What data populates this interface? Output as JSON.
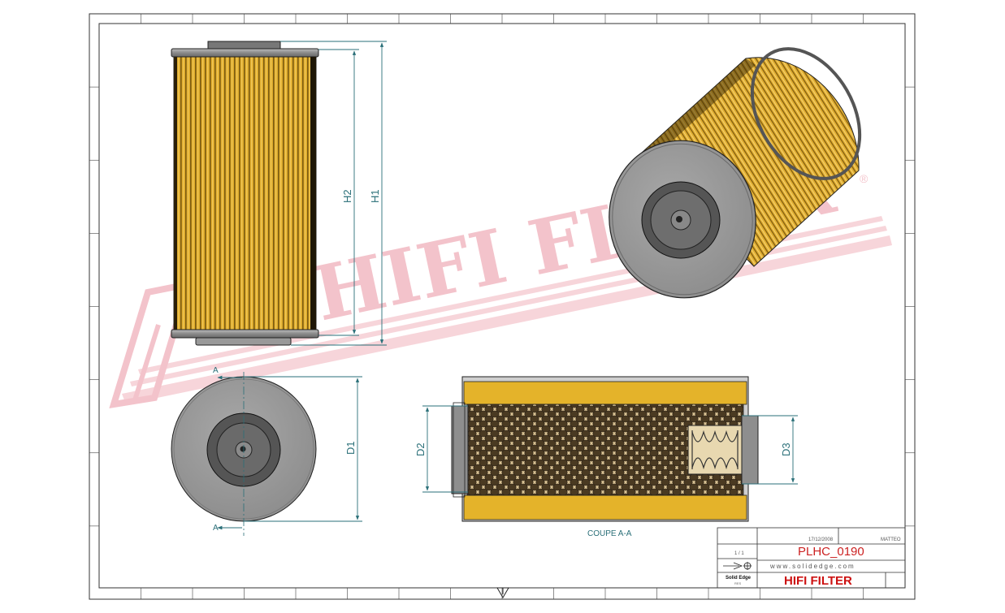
{
  "watermark": {
    "text": "HIFI FILTER",
    "registered": "®"
  },
  "dimensions": {
    "h2": "H2",
    "h1": "H1",
    "d1": "D1",
    "d2": "D2",
    "d3": "D3"
  },
  "section": {
    "marker": "A",
    "label": "COUPE A-A"
  },
  "title_block": {
    "date": "17/12/2008",
    "author": "MATTEO",
    "part_code": "PLHC_0190",
    "scale": "1 / 1",
    "website": "www.solidedge.com",
    "software": "Solid Edge",
    "brand": "HIFI FILTER",
    "sheet_ref": "RES"
  },
  "colors": {
    "filter_media": "#e4b32a",
    "dimension": "#2a6f78",
    "brand_red": "#cc1111",
    "watermark": "#f2b9c2",
    "metal": "#8c8c8c"
  }
}
